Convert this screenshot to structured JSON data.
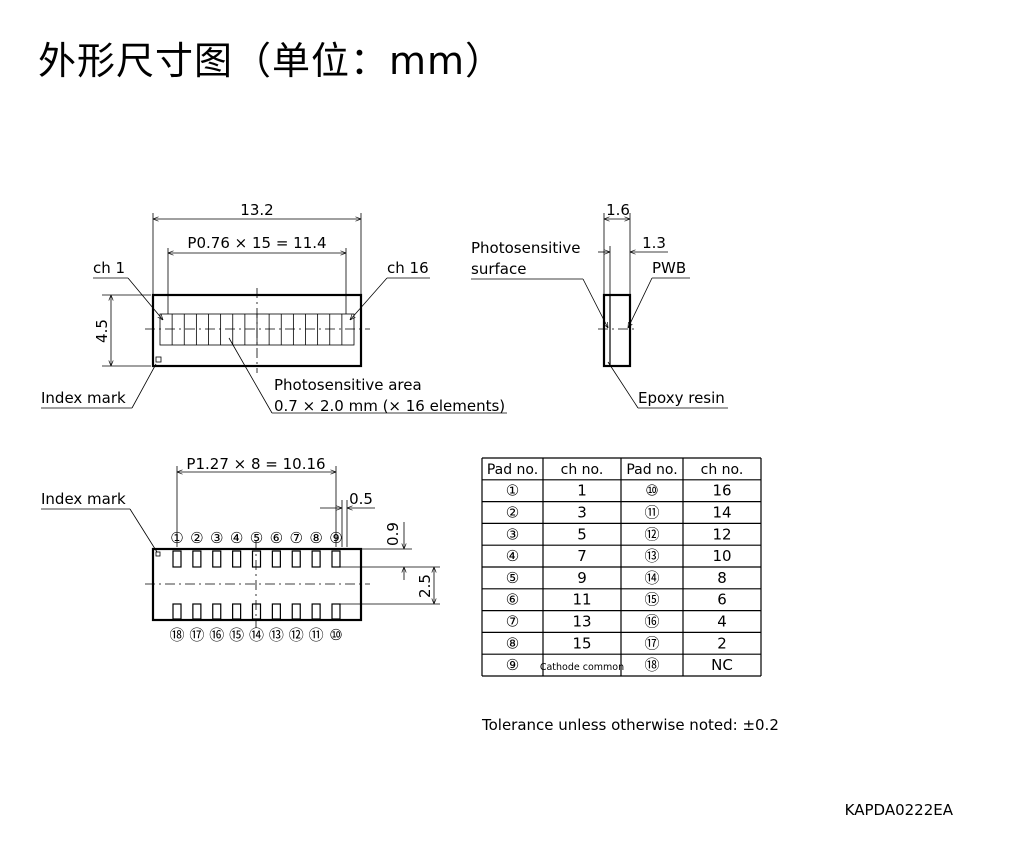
{
  "title": "外形尺寸图（单位：mm）",
  "top_view": {
    "overall_width": "13.2",
    "pitch": "P0.76 × 15 = 11.4",
    "height": "4.5",
    "ch_first": "ch 1",
    "ch_last": "ch 16",
    "index_mark": "Index mark",
    "area_label_line1": "Photosensitive area",
    "area_label_line2": "0.7 × 2.0 mm (× 16 elements)"
  },
  "side_view": {
    "thickness": "1.6",
    "pwb_thickness": "1.3",
    "surface_line1": "Photosensitive",
    "surface_line2": "surface",
    "pwb": "PWB",
    "epoxy": "Epoxy resin"
  },
  "bottom_view": {
    "pitch": "P1.27 × 8 = 10.16",
    "index_mark": "Index mark",
    "pad_width": "0.5",
    "pad_len": "0.9",
    "row_gap": "2.5",
    "top_pads": [
      "①",
      "②",
      "③",
      "④",
      "⑤",
      "⑥",
      "⑦",
      "⑧",
      "⑨"
    ],
    "bottom_pads": [
      "⑱",
      "⑰",
      "⑯",
      "⑮",
      "⑭",
      "⑬",
      "⑫",
      "⑪",
      "⑩"
    ]
  },
  "pad_table": {
    "headers": [
      "Pad no.",
      "ch no.",
      "Pad no.",
      "ch no."
    ],
    "rows": [
      [
        "①",
        "1",
        "⑩",
        "16"
      ],
      [
        "②",
        "3",
        "⑪",
        "14"
      ],
      [
        "③",
        "5",
        "⑫",
        "12"
      ],
      [
        "④",
        "7",
        "⑬",
        "10"
      ],
      [
        "⑤",
        "9",
        "⑭",
        "8"
      ],
      [
        "⑥",
        "11",
        "⑮",
        "6"
      ],
      [
        "⑦",
        "13",
        "⑯",
        "4"
      ],
      [
        "⑧",
        "15",
        "⑰",
        "2"
      ],
      [
        "⑨",
        "Cathode common",
        "⑱",
        "NC"
      ]
    ]
  },
  "tolerance": "Tolerance unless otherwise noted: ±0.2",
  "drawing_code": "KAPDA0222EA"
}
